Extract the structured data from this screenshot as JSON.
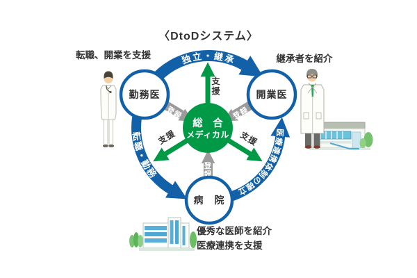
{
  "title": "〈DtoDシステム〉",
  "annotations": {
    "top_left": "転職、開業を支援",
    "top_right": "継承者を紹介",
    "bottom_line1": "優秀な医師を紹介",
    "bottom_line2": "医療連携を支援"
  },
  "center": {
    "line1": "総　合",
    "line2": "メディカル"
  },
  "nodes": {
    "employed_doctor": "勤務医",
    "practice_owner": "開業医",
    "hospital": "病　院"
  },
  "flows": {
    "independence_succession": "独立・継承",
    "job_change_employment": "転職・勤務",
    "medical_cooperation": "医療連携体制の確立"
  },
  "labels": {
    "support": "支援",
    "register": "登録"
  },
  "colors": {
    "flow_blue": "#1261a8",
    "support_green": "#009a47",
    "register_gray": "#9b9b9b",
    "text_dark": "#333333"
  },
  "illustrations": {
    "young_doctor": "young-doctor-illustration",
    "senior_doctor": "senior-doctor-illustration",
    "hospital_building": "hospital-building-illustration",
    "clinic_building": "clinic-building-illustration"
  }
}
